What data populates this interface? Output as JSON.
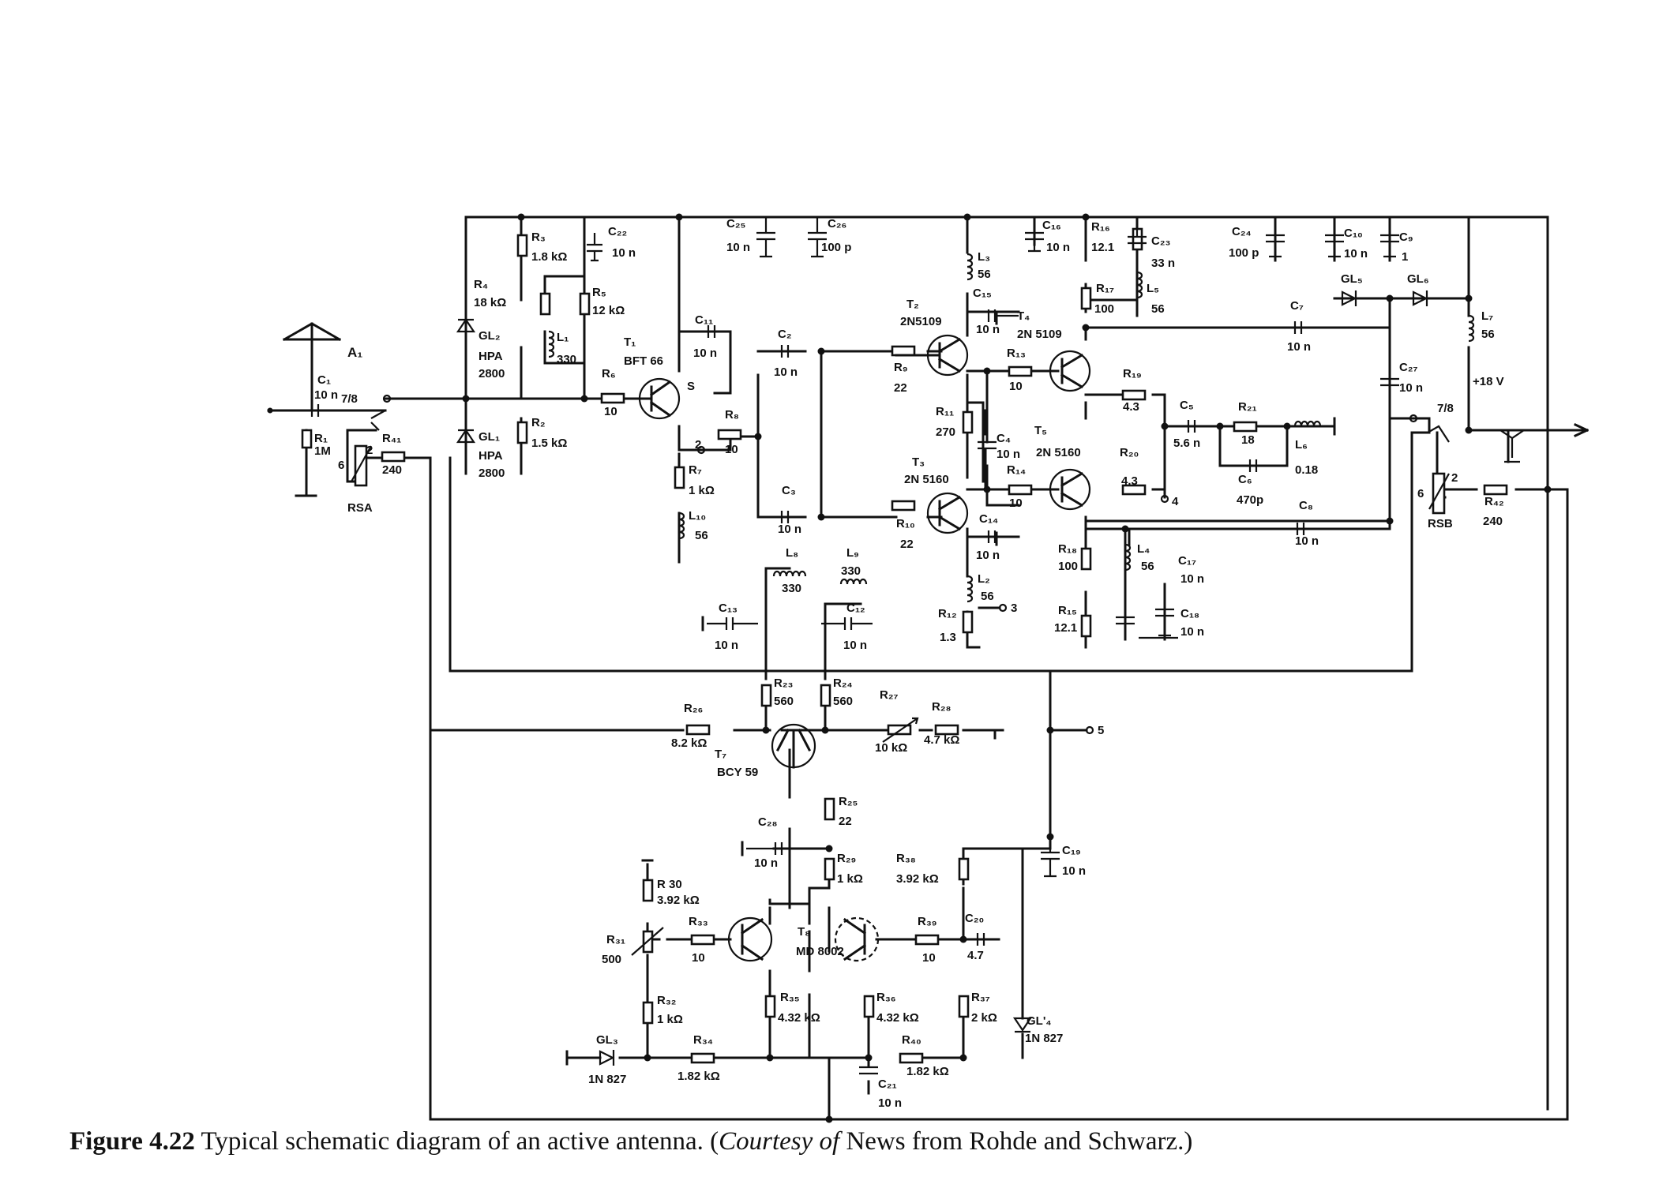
{
  "caption": {
    "figure_label": "Figure 4.22",
    "text_main": "Typical schematic diagram of an active antenna. (",
    "courtesy": "Courtesy of",
    "source": "News from Rohde and Schwarz.)"
  },
  "labels": {
    "A1": "A₁",
    "C1": "C₁",
    "C1v": "10 n",
    "sw_in": "7/8",
    "R1": "R₁",
    "R1v": "1M",
    "R41": "R₄₁",
    "R41v": "240",
    "RSA": "RSA",
    "relayA_pin6": "6",
    "relayA_pin2": "2",
    "GL2": "GL₂",
    "GL2a": "HPA",
    "GL2b": "2800",
    "GL1": "GL₁",
    "GL1a": "HPA",
    "GL1b": "2800",
    "R3": "R₃",
    "R3v": "1.8 kΩ",
    "C22": "C₂₂",
    "C22v": "10 n",
    "R4": "R₄",
    "R4v": "18 kΩ",
    "R5": "R₅",
    "R5v": "12 kΩ",
    "L1": "L₁",
    "L1v": "330",
    "R2": "R₂",
    "R2v": "1.5 kΩ",
    "R6": "R₆",
    "R6v": "10",
    "T1": "T₁",
    "T1v": "BFT 66",
    "T1s": "S",
    "C11": "C₁₁",
    "C11v": "10 n",
    "R8": "R₈",
    "R8v": "10",
    "node2": "2",
    "R7": "R₇",
    "R7v": "1 kΩ",
    "L10": "L₁₀",
    "L10v": "56",
    "C25": "C₂₅",
    "C25v": "10 n",
    "C26": "C₂₆",
    "C26v": "100 p",
    "C2": "C₂",
    "C2v": "10 n",
    "C3": "C₃",
    "C3v": "10 n",
    "L8": "L₈",
    "L8v": "330",
    "L9": "L₉",
    "L9v": "330",
    "C12": "C₁₂",
    "C12v": "10 n",
    "C13": "C₁₃",
    "C13v": "10 n",
    "L3": "L₃",
    "L3v": "56",
    "C15": "C₁₅",
    "C15v": "10 n",
    "T2": "T₂",
    "T2v": "2N5109",
    "R9": "R₉",
    "R9v": "22",
    "R11": "R₁₁",
    "R11v": "270",
    "C4": "C₄",
    "C4v": "10 n",
    "T3": "T₃",
    "T3v": "2N 5160",
    "R10": "R₁₀",
    "R10v": "22",
    "C14": "C₁₄",
    "C14v": "10 n",
    "L2": "L₂",
    "L2v": "56",
    "node3": "3",
    "R12": "R₁₂",
    "R12v": "1.3",
    "C16": "C₁₆",
    "C16v": "10 n",
    "R16": "R₁₆",
    "R16v": "12.1",
    "C23": "C₂₃",
    "C23v": "33 n",
    "R17": "R₁₇",
    "R17v": "100",
    "L5": "L₅",
    "L5v": "56",
    "T4": "T₄",
    "T4v": "2N 5109",
    "R13": "R₁₃",
    "R13v": "10",
    "R14": "R₁₄",
    "R14v": "10",
    "T5": "T₅",
    "T5v": "2N 5160",
    "R19": "R₁₉",
    "R19v": "4.3",
    "R20": "R₂₀",
    "R20v": "4.3",
    "node4": "4",
    "R18": "R₁₈",
    "R18v": "100",
    "L4": "L₄",
    "L4v": "56",
    "C17": "C₁₇",
    "C17v": "10 n",
    "R15": "R₁₅",
    "R15v": "12.1",
    "C18": "C₁₈",
    "C18v": "10 n",
    "C24": "C₂₄",
    "C24v": "100 p",
    "C10": "C₁₀",
    "C10v": "10 n",
    "C9": "C₉",
    "C9v": "1",
    "GL5": "GL₅",
    "GL6": "GL₆",
    "C7": "C₇",
    "C7v": "10 n",
    "C5": "C₅",
    "C5v": "5.6 n",
    "R21": "R₂₁",
    "R21v": "18",
    "L6": "L₆",
    "L6v": "0.18",
    "C6": "C₆",
    "C6v": "470p",
    "C8": "C₈",
    "C8v": "10 n",
    "L7": "L₇",
    "L7v": "56",
    "supply": "+18 V",
    "C27": "C₂₇",
    "C27v": "10 n",
    "sw_out": "7/8",
    "relayB_pin6": "6",
    "relayB_pin2": "2",
    "RSB": "RSB",
    "R42": "R₄₂",
    "R42v": "240",
    "node5": "5",
    "R23": "R₂₃",
    "R23v": "560",
    "R24": "R₂₄",
    "R24v": "560",
    "R26": "R₂₆",
    "R26v": "8.2 kΩ",
    "T7": "T₇",
    "T7v": "BCY 59",
    "R27": "R₂₇",
    "R27v": "10 kΩ",
    "R28": "R₂₈",
    "R28v": "4.7 kΩ",
    "R25": "R₂₅",
    "R25v": "22",
    "C28": "C₂₈",
    "C28v": "10 n",
    "R29": "R₂₉",
    "R29v": "1 kΩ",
    "R38": "R₃₈",
    "R38v": "3.92 kΩ",
    "C19": "C₁₉",
    "C19v": "10 n",
    "R30": "R 30",
    "R30v": "3.92 kΩ",
    "R31": "R₃₁",
    "R31v": "500",
    "R33": "R₃₃",
    "R33v": "10",
    "T8": "T₈",
    "T8v": "MD 8002",
    "R39": "R₃₉",
    "R39v": "10",
    "C20": "C₂₀",
    "C20v": "4.7",
    "R32": "R₃₂",
    "R32v": "1 kΩ",
    "R35": "R₃₅",
    "R35v": "4.32 kΩ",
    "R36": "R₃₆",
    "R36v": "4.32 kΩ",
    "R37": "R₃₇",
    "R37v": "2 kΩ",
    "GL4": "GL'₄",
    "GL4v": "1N 827",
    "GL3": "GL₃",
    "GL3v": "1N 827",
    "R34": "R₃₄",
    "R34v": "1.82 kΩ",
    "R40": "R₄₀",
    "R40v": "1.82 kΩ",
    "C21": "C₂₁",
    "C21v": "10 n"
  }
}
